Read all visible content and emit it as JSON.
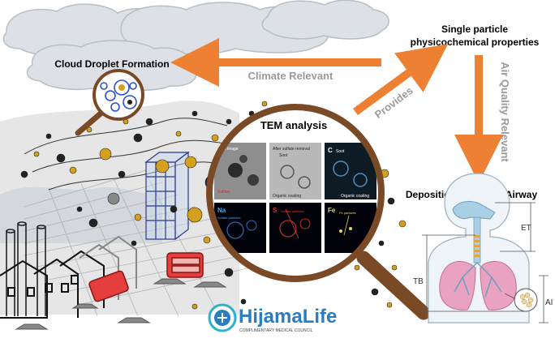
{
  "labels": {
    "cloud": "Cloud Droplet Formation",
    "climate": "Climate Relevant",
    "single_line1": "Single particle",
    "single_line2": "physicochemical properties",
    "provides": "Provides",
    "air_quality": "Air Quality Relevant",
    "tem": "TEM analysis",
    "deposition": "Deposition in Human Airway",
    "et": "ET",
    "tb": "TB",
    "ai": "AI"
  },
  "tem_panels": {
    "tem_image": "TEM image",
    "after_sulfate": "After sulfate removal",
    "soot_a": "Soot",
    "soot_b": "Soot",
    "organic_b": "Organic coating",
    "organic_c": "Organic coating",
    "sulfate": "Sulfate",
    "c_letter": "C",
    "na": "Na",
    "na_sub": "Sulfate particles",
    "s": "S",
    "s_sub": "Sulfate particles",
    "fe": "Fe",
    "fe_sub": "Fe particles"
  },
  "logo": {
    "brand": "HijamaLife",
    "tagline": "COMPLIMENTARY MEDICAL COUNCIL"
  },
  "colors": {
    "arrow": "#ee8033",
    "gold": "#d4a01e",
    "text_gray": "#9a9a9a",
    "lens_rim": "#7a4a26",
    "cloud": "#dde1e5",
    "factory": "#e43e3e",
    "lung": "#e9a2bf",
    "airway": "#a9cfe5",
    "logo_blue": "#2b7cc0"
  }
}
